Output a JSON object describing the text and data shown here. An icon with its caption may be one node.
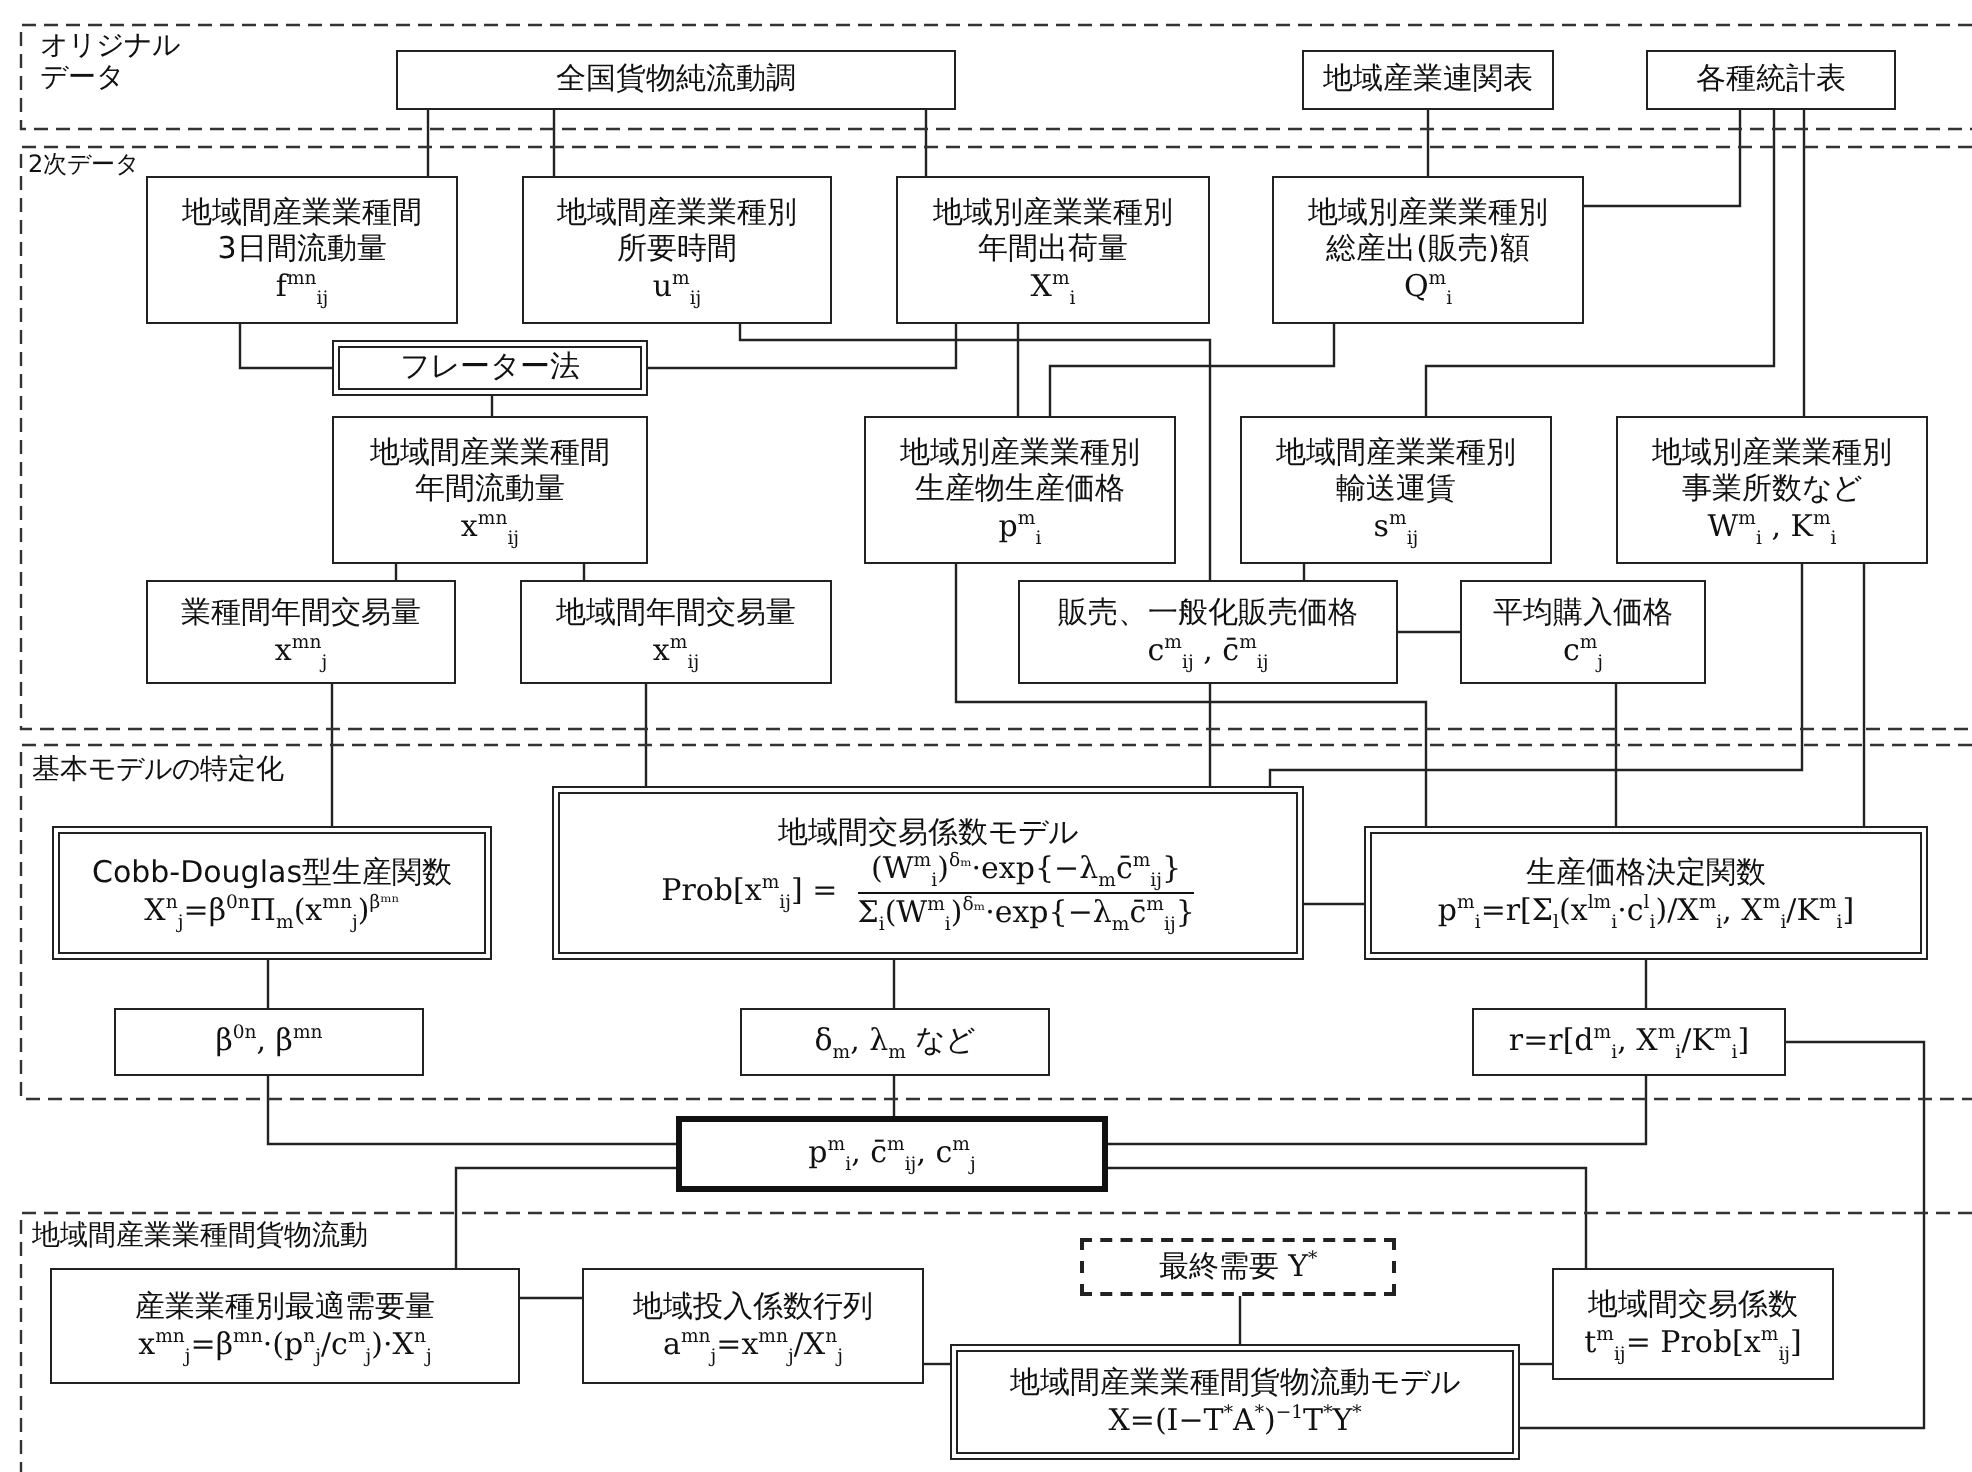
{
  "diagram": {
    "nodes": [
      {
        "text": [
          "オリジナルデータ"
        ]
      },
      {
        "text": [
          "全国貨物純流動調"
        ],
        "in": 0
      },
      {
        "text": [
          "地域産業連関表"
        ],
        "in": 0
      },
      {
        "text": [
          "各種統計表"
        ],
        "in": 0
      },
      {
        "text": [
          "2次データ"
        ]
      },
      {
        "text": [
          "地域間産業業種間3日間流動量",
          "f$^{mn}$$_{ij}$"
        ],
        "in": 4
      },
      {
        "text": [
          "地域間産業業種別所要時間",
          "u$^{m}$$_{ij}$"
        ],
        "in": 4
      },
      {
        "text": [
          "地域別産業業種別年間出荷量",
          "X$^{m}$$_{i}$"
        ],
        "in": 4
      },
      {
        "text": [
          "地域別産業業種別総産出(販売)額",
          "Q$^{m}$$_{i}$"
        ],
        "in": 4
      },
      {
        "text": [
          "フレーター法"
        ],
        "in": 4
      },
      {
        "text": [
          "地域間産業業種間年間流動量",
          "x$^{mn}$$_{ij}$"
        ],
        "in": 4
      },
      {
        "text": [
          "地域別産業業種別生産物生産価格",
          "p$^{m}$$_{i}$"
        ],
        "in": 4
      },
      {
        "text": [
          "地域間産業業種別輸送運賃",
          "s$^{m}$$_{ij}$"
        ],
        "in": 4
      },
      {
        "text": [
          "地域別産業業種別事業所数など",
          "W$^{m}$$_{i}$ , K$^{m}$$_{i}$"
        ],
        "in": 4
      },
      {
        "text": [
          "業種間年間交易量",
          "x$^{mn}$$_{j}$"
        ],
        "in": 4
      },
      {
        "text": [
          "地域間年間交易量",
          "x$^{m}$$_{ij}$"
        ],
        "in": 4
      },
      {
        "text": [
          "販売、一般化販売価格",
          "c$^{m}$$_{ij}$ , c̄$^{m}$$_{ij}$"
        ],
        "in": 4
      },
      {
        "text": [
          "平均購入価格",
          "c$^{m}$$_{j}$"
        ],
        "in": 4
      },
      {
        "text": [
          "基本モデルの特定化"
        ]
      },
      {
        "text": [
          "Cobb-Douglas型生産関数",
          "X$^{n}$$_{j}$=β$^{0n}$Π$_{m}$(x$^{mn}$$_{j}$)$^{βᵐⁿ}$"
        ],
        "in": 18
      },
      {
        "text": [
          "地域間交易係数モデル",
          "Prob[x$^{m}$$_{ij}$] =",
          "(W$^{m}$$_{i}$)$^{δₘ}$·exp{−λ$_{m}$c̄$^{m}$$_{ij}$}",
          "Σ$_{i}$(W$^{m}$$_{i}$)$^{δₘ}$·exp{−λ$_{m}$c̄$^{m}$$_{ij}$}"
        ],
        "in": 18
      },
      {
        "text": [
          "生産価格決定関数",
          "p$^{m}$$_{i}$=r[Σ$_{l}$(x$^{lm}$$_{i}$·c$^{l}$$_{i}$)/X$^{m}$$_{i}$, X$^{m}$$_{i}$/K$^{m}$$_{i}$]"
        ],
        "in": 18
      },
      {
        "text": [
          "β$^{0n}$, β$^{mn}$"
        ],
        "in": 18
      },
      {
        "text": [
          "δ$_{m}$, λ$_{m}$ など"
        ],
        "in": 18
      },
      {
        "text": [
          "r=r[d$^{m}$$_{i}$, X$^{m}$$_{i}$/K$^{m}$$_{i}$]"
        ],
        "in": 18
      },
      {
        "text": [
          "p$^{m}$$_{i}$, c̄$^{m}$$_{ij}$, c$^{m}$$_{j}$"
        ]
      },
      {
        "text": [
          "地域間産業業種間貨物流動"
        ]
      },
      {
        "text": [
          "産業業種別最適需要量",
          "x$^{mn}$$_{j}$=β$^{mn}$·(p$^{n}$$_{j}$/c$^{m}$$_{j}$)·X$^{n}$$_{j}$"
        ],
        "in": 26
      },
      {
        "text": [
          "地域投入係数行列",
          "a$^{mn}$$_{j}$=x$^{mn}$$_{j}$/X$^{n}$$_{j}$"
        ],
        "in": 26
      },
      {
        "text": [
          "最終需要 Y$^{*}$"
        ],
        "in": 26
      },
      {
        "text": [
          "地域間交易係数",
          "t$^{m}$$_{ij}$= Prob[x$^{m}$$_{ij}$]"
        ],
        "in": 26
      },
      {
        "text": [
          "地域間産業業種間貨物流動モデル",
          "X=(I−T$^{*}$A$^{*}$)$^{−1}$T$^{*}$Y$^{*}$"
        ],
        "in": 26
      }
    ],
    "edges": [
      {
        "from": 1,
        "to": 5,
        "arrow": "none"
      },
      {
        "from": 1,
        "to": 6,
        "arrow": "none"
      },
      {
        "from": 1,
        "to": 7,
        "arrow": "none"
      },
      {
        "from": 2,
        "to": 8,
        "arrow": "none"
      },
      {
        "from": 3,
        "to": 8,
        "arrow": "none"
      },
      {
        "from": 3,
        "to": 12,
        "arrow": "none"
      },
      {
        "from": 3,
        "to": 13,
        "arrow": "none"
      },
      {
        "from": 5,
        "to": 9,
        "arrow": "none"
      },
      {
        "from": 7,
        "to": 9,
        "arrow": "none"
      },
      {
        "from": 6,
        "to": 16,
        "arrow": "none"
      },
      {
        "from": 7,
        "to": 11,
        "arrow": "none"
      },
      {
        "from": 8,
        "to": 11,
        "arrow": "none"
      },
      {
        "from": 9,
        "to": 10,
        "arrow": "none"
      },
      {
        "from": 10,
        "to": 14,
        "arrow": "none"
      },
      {
        "from": 10,
        "to": 15,
        "arrow": "none"
      },
      {
        "from": 11,
        "to": 21,
        "arrow": "none"
      },
      {
        "from": 12,
        "to": 16,
        "arrow": "none"
      },
      {
        "from": 16,
        "to": 17,
        "arrow": "none"
      },
      {
        "from": 16,
        "to": 20,
        "arrow": "none"
      },
      {
        "from": 13,
        "to": 20,
        "arrow": "none"
      },
      {
        "from": 13,
        "to": 21,
        "arrow": "none"
      },
      {
        "from": 17,
        "to": 21,
        "arrow": "none"
      },
      {
        "from": 14,
        "to": 19,
        "arrow": "none"
      },
      {
        "from": 15,
        "to": 20,
        "arrow": "none"
      },
      {
        "from": 19,
        "to": 22,
        "arrow": "none"
      },
      {
        "from": 20,
        "to": 23,
        "arrow": "none"
      },
      {
        "from": 20,
        "to": 21,
        "arrow": "none"
      },
      {
        "from": 21,
        "to": 24,
        "arrow": "none"
      },
      {
        "from": 22,
        "to": 25,
        "arrow": "none"
      },
      {
        "from": 23,
        "to": 25,
        "arrow": "none"
      },
      {
        "from": 24,
        "to": 25,
        "arrow": "none"
      },
      {
        "from": 25,
        "to": 27,
        "arrow": "none"
      },
      {
        "from": 25,
        "to": 30,
        "arrow": "none"
      },
      {
        "from": 24,
        "to": 31,
        "arrow": "none"
      },
      {
        "from": 27,
        "to": 28,
        "arrow": "none"
      },
      {
        "from": 28,
        "to": 31,
        "arrow": "none"
      },
      {
        "from": 29,
        "to": 31,
        "arrow": "none"
      },
      {
        "from": 30,
        "to": 31,
        "arrow": "none"
      }
    ]
  }
}
